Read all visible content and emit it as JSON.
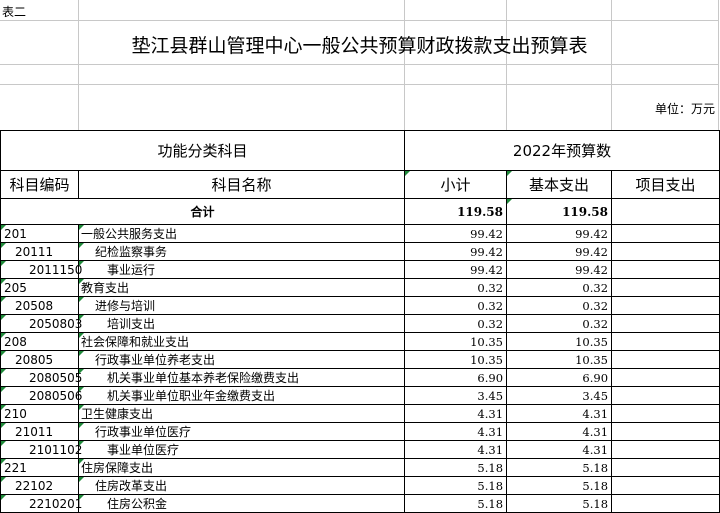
{
  "table_label": "表二",
  "title": "垫江县群山管理中心一般公共预算财政拨款支出预算表",
  "unit": "单位：万元",
  "header": {
    "functional_category": "功能分类科目",
    "budget_year": "2022年预算数",
    "code": "科目编码",
    "name": "科目名称",
    "subtotal": "小计",
    "basic": "基本支出",
    "project": "项目支出"
  },
  "total": {
    "label": "合计",
    "subtotal": "119.58",
    "basic": "119.58",
    "project": ""
  },
  "rows": [
    {
      "code": "201",
      "name": "一般公共服务支出",
      "level": 1,
      "subtotal": "99.42",
      "basic": "99.42",
      "project": ""
    },
    {
      "code": "20111",
      "name": "纪检监察事务",
      "level": 2,
      "subtotal": "99.42",
      "basic": "99.42",
      "project": ""
    },
    {
      "code": "2011150",
      "name": "事业运行",
      "level": 3,
      "subtotal": "99.42",
      "basic": "99.42",
      "project": ""
    },
    {
      "code": "205",
      "name": "教育支出",
      "level": 1,
      "subtotal": "0.32",
      "basic": "0.32",
      "project": ""
    },
    {
      "code": "20508",
      "name": "进修与培训",
      "level": 2,
      "subtotal": "0.32",
      "basic": "0.32",
      "project": ""
    },
    {
      "code": "2050803",
      "name": "培训支出",
      "level": 3,
      "subtotal": "0.32",
      "basic": "0.32",
      "project": ""
    },
    {
      "code": "208",
      "name": "社会保障和就业支出",
      "level": 1,
      "subtotal": "10.35",
      "basic": "10.35",
      "project": ""
    },
    {
      "code": "20805",
      "name": "行政事业单位养老支出",
      "level": 2,
      "subtotal": "10.35",
      "basic": "10.35",
      "project": ""
    },
    {
      "code": "2080505",
      "name": "机关事业单位基本养老保险缴费支出",
      "level": 3,
      "subtotal": "6.90",
      "basic": "6.90",
      "project": ""
    },
    {
      "code": "2080506",
      "name": "机关事业单位职业年金缴费支出",
      "level": 3,
      "subtotal": "3.45",
      "basic": "3.45",
      "project": ""
    },
    {
      "code": "210",
      "name": "卫生健康支出",
      "level": 1,
      "subtotal": "4.31",
      "basic": "4.31",
      "project": ""
    },
    {
      "code": "21011",
      "name": "行政事业单位医疗",
      "level": 2,
      "subtotal": "4.31",
      "basic": "4.31",
      "project": ""
    },
    {
      "code": "2101102",
      "name": "事业单位医疗",
      "level": 3,
      "subtotal": "4.31",
      "basic": "4.31",
      "project": ""
    },
    {
      "code": "221",
      "name": "住房保障支出",
      "level": 1,
      "subtotal": "5.18",
      "basic": "5.18",
      "project": ""
    },
    {
      "code": "22102",
      "name": "住房改革支出",
      "level": 2,
      "subtotal": "5.18",
      "basic": "5.18",
      "project": ""
    },
    {
      "code": "2210201",
      "name": "住房公积金",
      "level": 3,
      "subtotal": "5.18",
      "basic": "5.18",
      "project": ""
    }
  ]
}
